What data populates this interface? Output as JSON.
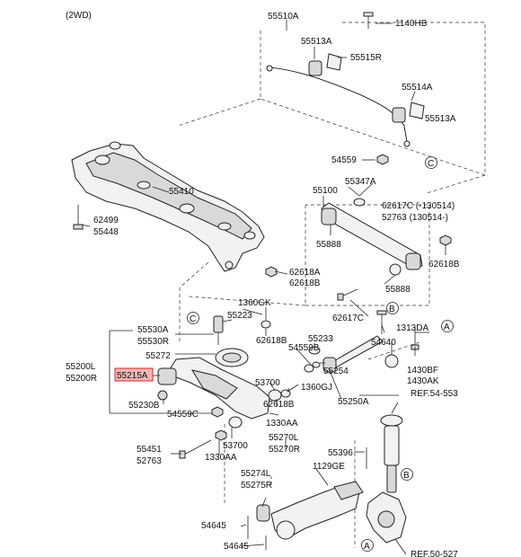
{
  "header": {
    "variant": "(2WD)"
  },
  "labels": {
    "l55510A": "55510A",
    "l1140HB": "1140HB",
    "l55513A_1": "55513A",
    "l55515R": "55515R",
    "l55514A": "55514A",
    "l55513A_2": "55513A",
    "l54559_1": "54559",
    "lC_1": "C",
    "l55410": "55410",
    "l62499": "62499",
    "l55448": "55448",
    "l55100": "55100",
    "l55347A": "55347A",
    "l62617C_1": "62617C (-130514)",
    "l52763_1": "52763   (130514-)",
    "l55888_1": "55888",
    "l62618B_1": "62618B",
    "l62618A": "62618A",
    "l62618B_2": "62618B",
    "l55888_2": "55888",
    "lB_1": "B",
    "l1360GK": "1360GK",
    "l55223": "55223",
    "lC_2": "C",
    "l62618B_3": "62618B",
    "l62617C_2": "62617C",
    "l1313DA": "1313DA",
    "lA_1": "A",
    "l55530A": "55530A",
    "l55530R": "55530R",
    "l55233": "55233",
    "l54640": "54640",
    "l55272": "55272",
    "l54559B": "54559B",
    "l55254": "55254",
    "l1430BF": "1430BF",
    "l1430AK": "1430AK",
    "l55200L": "55200L",
    "l55200R": "55200R",
    "l55215A": "55215A",
    "l53700_1": "53700",
    "l1360GJ": "1360GJ",
    "lREF54": "REF.54-553",
    "l55250A": "55250A",
    "l55230B": "55230B",
    "l62618B_4": "62618B",
    "l54559C": "54559C",
    "l1330AA_1": "1330AA",
    "l55270L": "55270L",
    "l55270R": "55270R",
    "l55451": "55451",
    "l52763_2": "52763",
    "l53700_2": "53700",
    "l1330AA_2": "1330AA",
    "l55396": "55396",
    "l1129GE": "1129GE",
    "l55274L": "55274L",
    "l55275R": "55275R",
    "lB_2": "B",
    "l54645_1": "54645",
    "l54645_2": "54645",
    "lA_2": "A",
    "lREF50": "REF.50-527"
  }
}
